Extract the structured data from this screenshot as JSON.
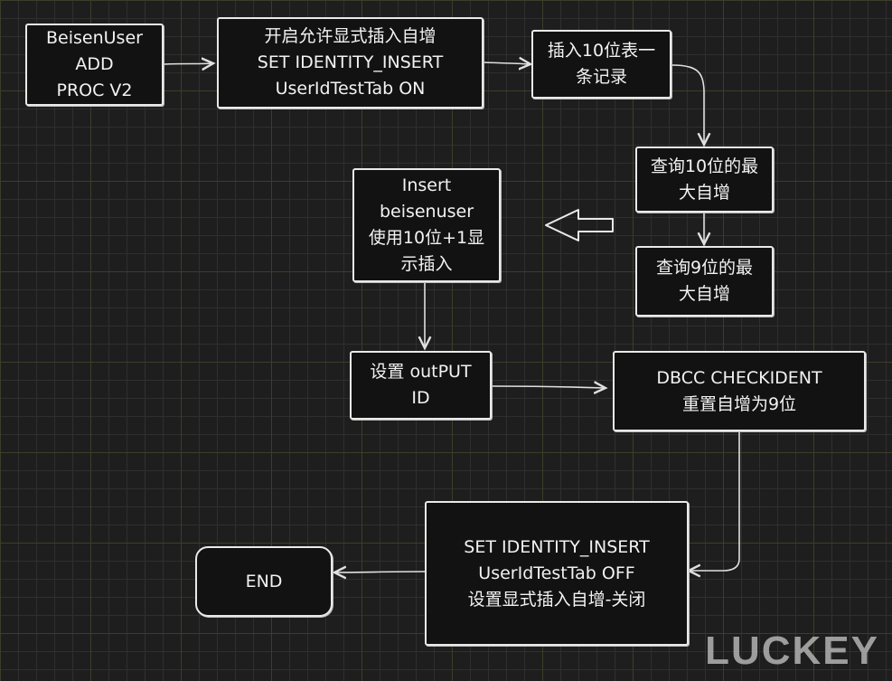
{
  "nodes": {
    "start": [
      "BeisenUser",
      "ADD",
      "PROC V2"
    ],
    "enable_identity": [
      "开启允许显式插入自增",
      "SET IDENTITY_INSERT",
      "UserIdTestTab ON"
    ],
    "insert_record": [
      "插入10位表一",
      "条记录"
    ],
    "query_10": [
      "查询10位的最",
      "大自增"
    ],
    "query_9": [
      "查询9位的最",
      "大自增"
    ],
    "insert_user": [
      "Insert",
      "beisenuser",
      "使用10位+1显",
      "示插入"
    ],
    "set_output": [
      "设置 outPUT",
      "ID"
    ],
    "dbcc": [
      "DBCC CHECKIDENT",
      "重置自增为9位"
    ],
    "disable_identity": [
      "SET IDENTITY_INSERT",
      "UserIdTestTab OFF",
      "设置显式插入自增-关闭"
    ],
    "end": [
      "END"
    ]
  },
  "watermark": "LUCKEY",
  "colors": {
    "background": "#1e1e1e",
    "node_fill": "#121212",
    "stroke": "#e9e9e9",
    "text": "#f2f2f2"
  }
}
